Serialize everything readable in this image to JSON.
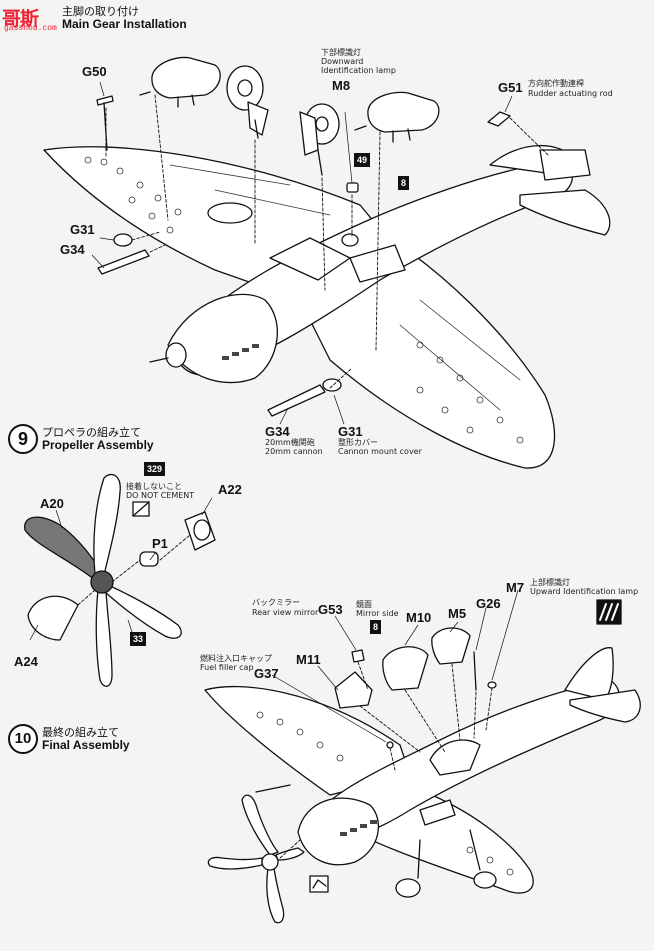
{
  "watermark": {
    "logo": "哥斯",
    "site": "gasshou.com"
  },
  "step8": {
    "ja": "主脚の取り付け",
    "en": "Main Gear Installation"
  },
  "step9": {
    "num": "9",
    "ja": "プロペラの組み立て",
    "en": "Propeller Assembly"
  },
  "step10": {
    "num": "10",
    "ja": "最終の組み立て",
    "en": "Final Assembly"
  },
  "callouts": {
    "g50": "G50",
    "m8": "M8",
    "m8_ja": "下部標識灯",
    "m8_en1": "Downward",
    "m8_en2": "Identification lamp",
    "box49": "49",
    "box8a": "8",
    "g51": "G51",
    "g51_ja": "方向舵作動連桿",
    "g51_en": "Rudder actuating rod",
    "g31a": "G31",
    "g34a": "G34",
    "g34b": "G34",
    "g34b_ja": "20mm機関砲",
    "g34b_en": "20mm cannon",
    "g31b": "G31",
    "g31b_ja": "整形カバー",
    "g31b_en": "Cannon mount cover",
    "box329": "329",
    "nocement_ja": "接着しないこと",
    "nocement_en": "DO NOT CEMENT",
    "a20": "A20",
    "a22": "A22",
    "p1": "P1",
    "a24": "A24",
    "box33": "33",
    "m7": "M7",
    "m7_ja": "上部標識灯",
    "m7_en": "Upward Identification lamp",
    "mirror_ja": "バックミラー",
    "mirror_en": "Rear view mirror",
    "g53": "G53",
    "mside_ja": "鏡面",
    "mside_en": "Mirror side",
    "box8b": "8",
    "m10": "M10",
    "m5": "M5",
    "g26": "G26",
    "fuel_ja": "燃料注入口キャップ",
    "fuel_en": "Fuel filler cap",
    "g37": "G37",
    "m11": "M11"
  }
}
